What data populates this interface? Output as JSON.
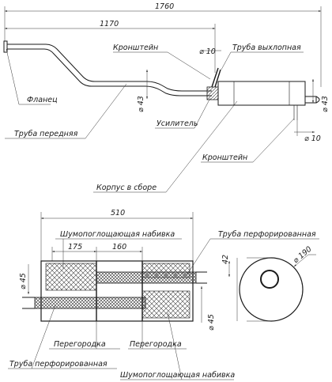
{
  "dimensions": {
    "total_length": "1760",
    "front_pipe_length": "1170",
    "tailpipe_dia": "⌀ 10",
    "front_pipe_dia": "⌀ 43",
    "outlet_dia": "⌀ 43",
    "bracket_dia": "⌀ 10",
    "body_length": "510",
    "seg1": "175",
    "seg2": "160",
    "inlet_dia": "⌀ 45",
    "outlet_pipe_dia": "⌀ 45",
    "offset": "42",
    "body_dia": "⌀ 190"
  },
  "labels": {
    "bracket_top": "Кронштейн",
    "exhaust_pipe": "Труба выхлопная",
    "flange": "Фланец",
    "front_pipe": "Труба передняя",
    "reinforcement": "Усилитель",
    "bracket_bottom": "Кронштейн",
    "body_assembly": "Корпус в сборе",
    "sound_packing_top": "Шумопоглощающая набивка",
    "perf_pipe_top": "Труба  перфорированная",
    "partition_left": "Перегородка",
    "partition_right": "Перегородка",
    "perf_pipe_bottom": "Труба  перфорированная",
    "sound_packing_bottom": "Шумопоглощающая набивка"
  }
}
